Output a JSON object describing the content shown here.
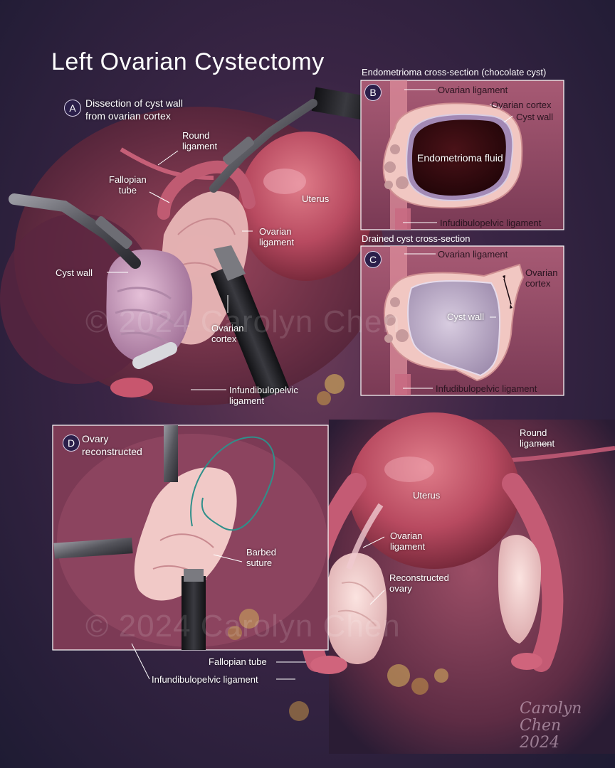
{
  "title": "Left Ovarian Cystectomy",
  "panels": {
    "a": {
      "letter": "A",
      "caption": "Dissection of cyst wall\nfrom ovarian cortex"
    },
    "b": {
      "letter": "B",
      "heading": "Endometrioma cross-section (chocolate cyst)"
    },
    "c": {
      "letter": "C",
      "heading": "Drained cyst cross-section"
    },
    "d": {
      "letter": "D",
      "caption": "Ovary\nreconstructed"
    }
  },
  "labels_a": {
    "round_ligament": "Round\nligament",
    "fallopian_tube": "Fallopian\ntube",
    "uterus": "Uterus",
    "ovarian_ligament": "Ovarian\nligament",
    "cyst_wall": "Cyst wall",
    "ovarian_cortex": "Ovarian\ncortex",
    "infundibulopelvic_ligament": "Infundibulopelvic\nligament"
  },
  "labels_b": {
    "ovarian_ligament": "Ovarian ligament",
    "ovarian_cortex": "Ovarian cortex",
    "cyst_wall": "Cyst wall",
    "endometrioma_fluid": "Endometrioma fluid",
    "infundibulopelvic_ligament": "Infudibulopelvic ligament"
  },
  "labels_c": {
    "ovarian_ligament": "Ovarian ligament",
    "ovarian_cortex": "Ovarian\ncortex",
    "cyst_wall": "Cyst wall",
    "infundibulopelvic_ligament": "Infudibulopelvic ligament"
  },
  "labels_d": {
    "barbed_suture": "Barbed\nsuture",
    "round_ligament": "Round\nligament",
    "uterus": "Uterus",
    "ovarian_ligament": "Ovarian\nligament",
    "reconstructed_ovary": "Reconstructed\novary",
    "fallopian_tube": "Fallopian tube",
    "infundibulopelvic_ligament": "Infundibulopelvic ligament"
  },
  "watermark": "© 2024 Carolyn Chen",
  "signature": "Carolyn Chen 2024",
  "colors": {
    "background": "#2a2240",
    "tissue": "#b8546a",
    "tissue_light": "#e6b3b6",
    "cyst_fluid": "#3a0c12",
    "cyst_drained": "#b9a8c4",
    "instrument": "#2a2a2e",
    "badge": "#2b1f4a"
  }
}
